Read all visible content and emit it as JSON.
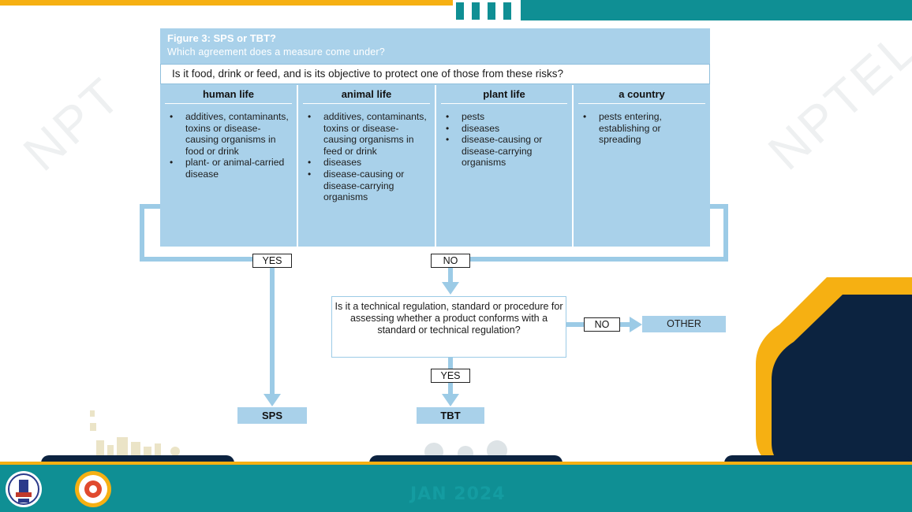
{
  "watermark": {
    "left": "NPT",
    "right": "NPTEL"
  },
  "figure": {
    "title": "Figure 3: SPS or TBT?",
    "subtitle": "Which agreement does a measure come under?",
    "question": "Is it food, drink or feed, and is its objective to protect one of those from these risks?",
    "columns": [
      {
        "header": "human life",
        "items": [
          "additives, contaminants, toxins or disease-causing organisms in food or drink",
          "plant- or animal-carried disease"
        ]
      },
      {
        "header": "animal life",
        "items": [
          "additives, contaminants, toxins or disease-causing organisms in feed or drink",
          "diseases",
          "disease-causing or disease-carrying organisms"
        ]
      },
      {
        "header": "plant life",
        "items": [
          "pests",
          "diseases",
          "disease-causing or disease-carrying organisms"
        ]
      },
      {
        "header": "a country",
        "items": [
          "pests entering, establishing or spreading"
        ]
      }
    ]
  },
  "flow": {
    "yes1": "YES",
    "no1": "NO",
    "question2": "Is it a technical regulation, standard or procedure for assessing whether a product conforms with a standard or technical regulation?",
    "no2": "NO",
    "other": "OTHER",
    "yes2": "YES",
    "sps": "SPS",
    "tbt": "TBT"
  },
  "footer": {
    "date": "JAN 2024"
  },
  "colors": {
    "box_blue": "#a9d1ea",
    "arrow_blue": "#9ccbe6",
    "teal": "#0f8f94",
    "orange": "#f6b012",
    "navy": "#0c2340"
  },
  "icons": [
    "iit-kharagpur-logo-icon",
    "nptel-logo-icon"
  ]
}
